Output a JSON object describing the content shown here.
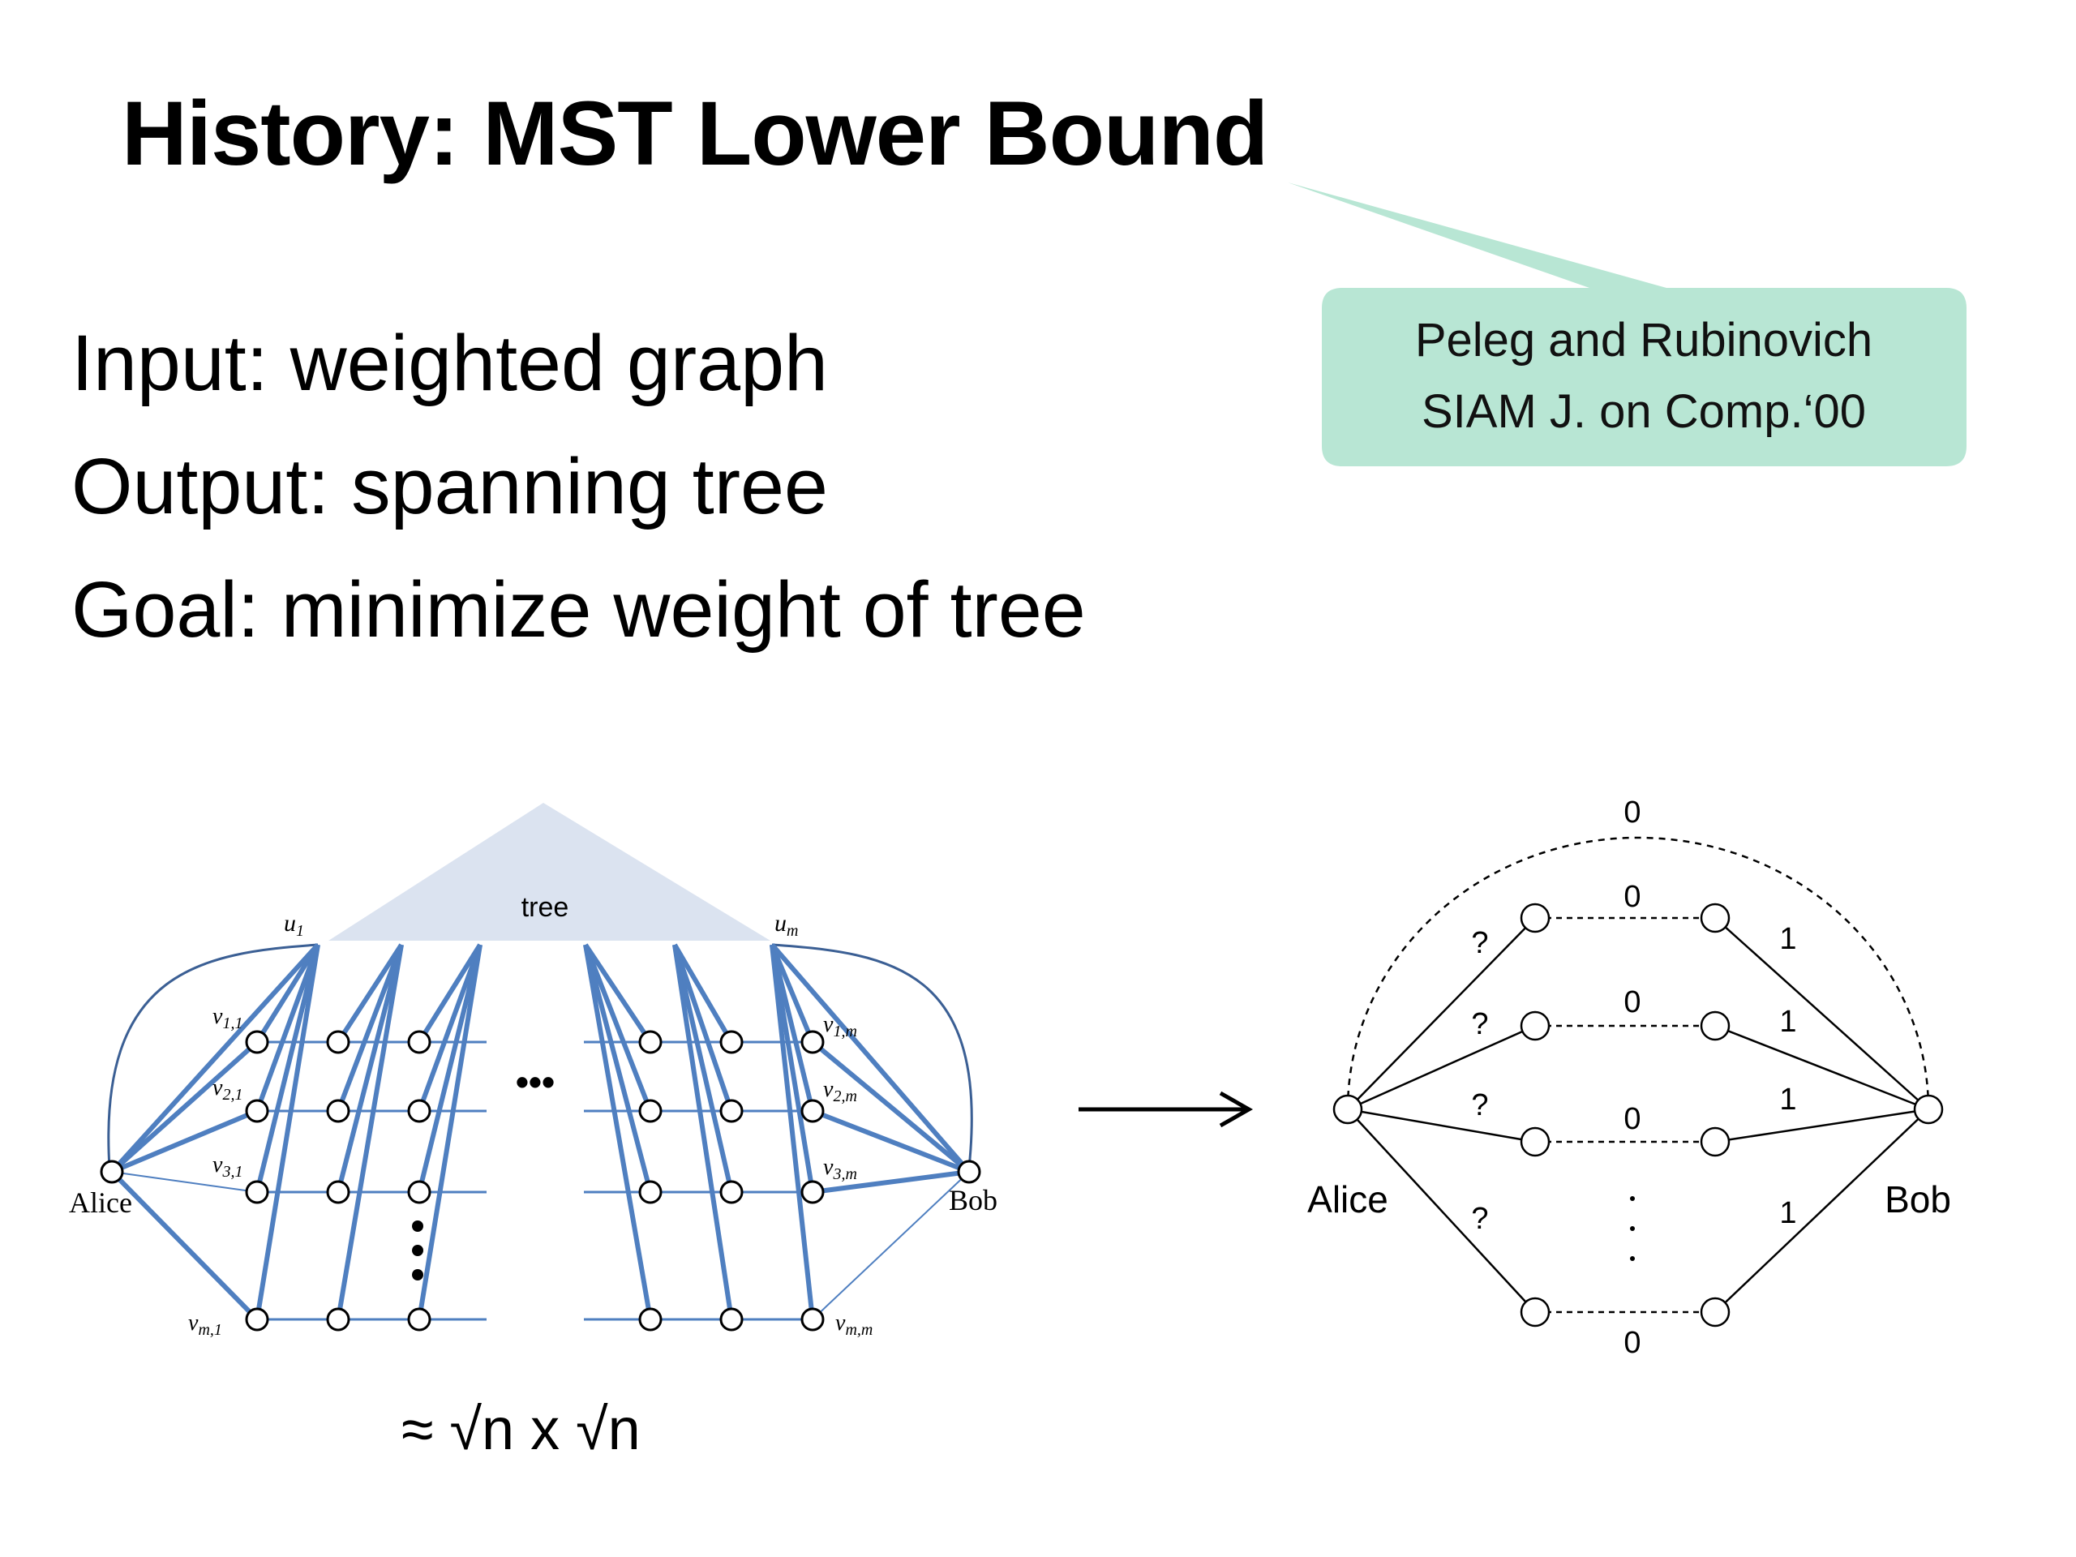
{
  "slide": {
    "title": "History: MST Lower Bound",
    "lines": [
      "Input: weighted graph",
      "Output: spanning tree",
      "Goal: minimize weight of tree"
    ],
    "callout": {
      "line1": "Peleg and Rubinovich",
      "line2": "SIAM J. on Comp.‘00",
      "color": "#b8e6d4"
    },
    "caption": "≈ √n x √n"
  },
  "left_diagram": {
    "tree_label": "tree",
    "alice": "Alice",
    "bob": "Bob",
    "u1": "u",
    "u1_sub": "1",
    "um": "u",
    "um_sub": "m",
    "v_labels": [
      {
        "base": "v",
        "sub": "1,1"
      },
      {
        "base": "v",
        "sub": "2,1"
      },
      {
        "base": "v",
        "sub": "3,1"
      },
      {
        "base": "v",
        "sub": "m,1"
      },
      {
        "base": "v",
        "sub": "1,m"
      },
      {
        "base": "v",
        "sub": "2,m"
      },
      {
        "base": "v",
        "sub": "3,m"
      },
      {
        "base": "v",
        "sub": "m,m"
      }
    ],
    "ellipsis": "•••",
    "edge_color": "#4f7fc0",
    "tree_color": "#dbe3f0"
  },
  "right_diagram": {
    "alice": "Alice",
    "bob": "Bob",
    "top_weight": "0",
    "row_weights": [
      "0",
      "0",
      "0",
      "0"
    ],
    "left_weights": [
      "?",
      "?",
      "?",
      "?"
    ],
    "right_weights": [
      "1",
      "1",
      "1",
      "1"
    ]
  }
}
